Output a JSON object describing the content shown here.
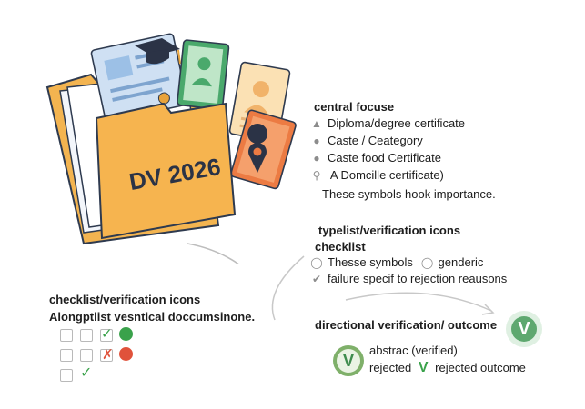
{
  "folder": {
    "label": "DV 2026"
  },
  "central": {
    "title": "central focuse",
    "items": [
      {
        "icon": "graduation-cap-icon",
        "text": "Diploma/degree certificate"
      },
      {
        "icon": "person-icon",
        "text": "Caste  / Ceategory"
      },
      {
        "icon": "person-icon",
        "text": "Caste food Certificate"
      },
      {
        "icon": "location-pin-icon",
        "text": " A Domcille certificate)"
      }
    ],
    "note": "These symbols hook importance."
  },
  "typelist": {
    "title1": "typelist/verification icons",
    "title2": "checklist",
    "line1": "Thesse symbols",
    "line1b": "genderic",
    "line2": "failure specif to rejection reausons"
  },
  "checklist": {
    "title": "checklist/verification icons",
    "subtitle": "Alongptlist vesntical doccumsinone."
  },
  "outcome": {
    "title": "directional verification/ outcome",
    "line1": "abstrac (verified)",
    "line2a": "rejected",
    "line2b": "rejected outcome",
    "badge_glyph": "V"
  },
  "colors": {
    "folder": "#f6b44f",
    "folder_back": "#f7c36f",
    "paper_blue": "#cfe0f3",
    "paper_green": "#4aa96c",
    "paper_peach": "#fbe1b4",
    "paper_orange": "#ec7b43",
    "check_green": "#3aa24b",
    "red": "#e0523b",
    "badge_green": "#5ea86f",
    "gray": "#a8a8a8"
  }
}
